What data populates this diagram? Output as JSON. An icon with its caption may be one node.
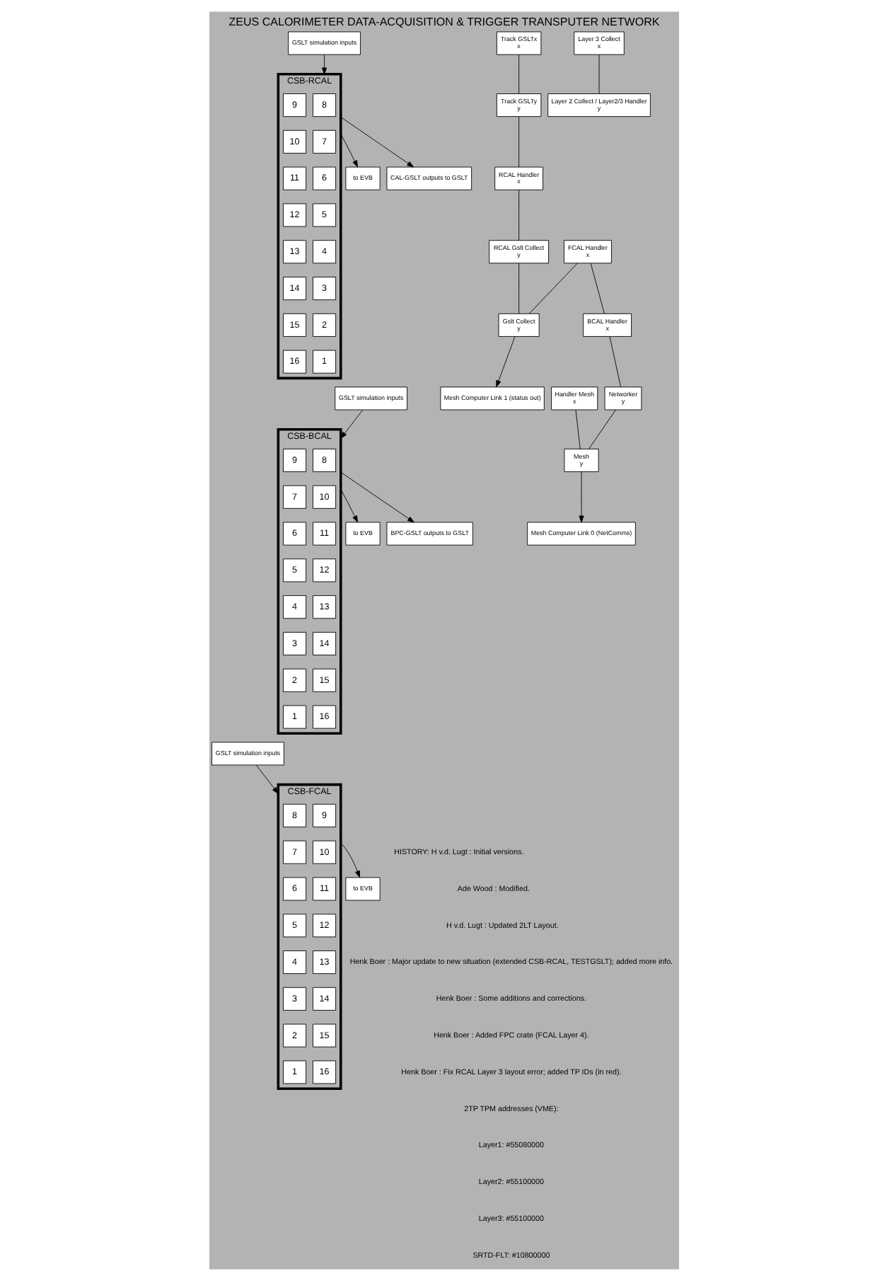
{
  "diagram": {
    "title": "ZEUS CALORIMETER DATA-ACQUISITION & TRIGGER TRANSPUTER NETWORK",
    "nodes": [
      {
        "text": [
          "CSB-RCAL"
        ]
      },
      {
        "text": [
          "8"
        ],
        "in": 0
      },
      {
        "text": [
          "7"
        ],
        "in": 0
      },
      {
        "text": [
          "6"
        ],
        "in": 0
      },
      {
        "text": [
          "5"
        ],
        "in": 0
      },
      {
        "text": [
          "4"
        ],
        "in": 0
      },
      {
        "text": [
          "3"
        ],
        "in": 0
      },
      {
        "text": [
          "2"
        ],
        "in": 0
      },
      {
        "text": [
          "1"
        ],
        "in": 0
      },
      {
        "text": [
          "9"
        ],
        "in": 0
      },
      {
        "text": [
          "10"
        ],
        "in": 0
      },
      {
        "text": [
          "11"
        ],
        "in": 0
      },
      {
        "text": [
          "12"
        ],
        "in": 0
      },
      {
        "text": [
          "13"
        ],
        "in": 0
      },
      {
        "text": [
          "14"
        ],
        "in": 0
      },
      {
        "text": [
          "15"
        ],
        "in": 0
      },
      {
        "text": [
          "16"
        ],
        "in": 0
      },
      {
        "text": [
          "CSB-BCAL"
        ]
      },
      {
        "text": [
          "8"
        ],
        "in": 17
      },
      {
        "text": [
          "7"
        ],
        "in": 17
      },
      {
        "text": [
          "6"
        ],
        "in": 17
      },
      {
        "text": [
          "5"
        ],
        "in": 17
      },
      {
        "text": [
          "4"
        ],
        "in": 17
      },
      {
        "text": [
          "3"
        ],
        "in": 17
      },
      {
        "text": [
          "2"
        ],
        "in": 17
      },
      {
        "text": [
          "1"
        ],
        "in": 17
      },
      {
        "text": [
          "9"
        ],
        "in": 17
      },
      {
        "text": [
          "10"
        ],
        "in": 17
      },
      {
        "text": [
          "11"
        ],
        "in": 17
      },
      {
        "text": [
          "12"
        ],
        "in": 17
      },
      {
        "text": [
          "13"
        ],
        "in": 17
      },
      {
        "text": [
          "14"
        ],
        "in": 17
      },
      {
        "text": [
          "15"
        ],
        "in": 17
      },
      {
        "text": [
          "16"
        ],
        "in": 17
      },
      {
        "text": [
          "CSB-FCAL"
        ]
      },
      {
        "text": [
          "8"
        ],
        "in": 34
      },
      {
        "text": [
          "7"
        ],
        "in": 34
      },
      {
        "text": [
          "6"
        ],
        "in": 34
      },
      {
        "text": [
          "5"
        ],
        "in": 34
      },
      {
        "text": [
          "4"
        ],
        "in": 34
      },
      {
        "text": [
          "3"
        ],
        "in": 34
      },
      {
        "text": [
          "2"
        ],
        "in": 34
      },
      {
        "text": [
          "1"
        ],
        "in": 34
      },
      {
        "text": [
          "9"
        ],
        "in": 34
      },
      {
        "text": [
          "10"
        ],
        "in": 34
      },
      {
        "text": [
          "11"
        ],
        "in": 34
      },
      {
        "text": [
          "12"
        ],
        "in": 34
      },
      {
        "text": [
          "13"
        ],
        "in": 34
      },
      {
        "text": [
          "14"
        ],
        "in": 34
      },
      {
        "text": [
          "15"
        ],
        "in": 34
      },
      {
        "text": [
          "16"
        ],
        "in": 34
      },
      {
        "text": [
          "Track GSLTx",
          "x"
        ]
      },
      {
        "text": [
          "Track GSLTy",
          "y"
        ]
      },
      {
        "text": [
          "RCAL Handler",
          "x"
        ]
      },
      {
        "text": [
          "RCAL Gslt Collect",
          "y"
        ]
      },
      {
        "text": [
          "FCAL Handler",
          "x"
        ]
      },
      {
        "text": [
          "Gslt Collect",
          "y"
        ]
      },
      {
        "text": [
          "BCAL Handler",
          "x"
        ]
      },
      {
        "text": [
          "Networker",
          "y"
        ]
      },
      {
        "text": [
          "Handler Mesh",
          "x"
        ]
      },
      {
        "text": [
          "Mesh",
          "y"
        ]
      },
      {
        "text": [
          "Mesh Computer Link 1 (status out)"
        ]
      },
      {
        "text": [
          "Mesh Computer Link 0 (NetComms)"
        ]
      },
      {
        "text": [
          "Layer 3 Collect",
          "x"
        ]
      },
      {
        "text": [
          "Layer 2 Collect / Layer2/3 Handler",
          "y"
        ]
      },
      {
        "text": [
          "CAL-GSLT outputs to GSLT"
        ]
      },
      {
        "text": [
          "BPC-GSLT outputs to GSLT"
        ]
      },
      {
        "text": [
          "GSLT simulation inputs"
        ]
      },
      {
        "text": [
          "GSLT simulation inputs"
        ]
      },
      {
        "text": [
          "GSLT simulation inputs"
        ]
      },
      {
        "text": [
          "to EVB"
        ]
      },
      {
        "text": [
          "to EVB"
        ]
      },
      {
        "text": [
          "to EVB"
        ]
      }
    ],
    "edges": [
      {
        "from": 51,
        "to": 52,
        "arrow": "none"
      },
      {
        "from": 52,
        "to": 53,
        "arrow": "none"
      },
      {
        "from": 53,
        "to": 54,
        "arrow": "none"
      },
      {
        "from": 54,
        "to": 56,
        "arrow": "none"
      },
      {
        "from": 55,
        "to": 56,
        "arrow": "none"
      },
      {
        "from": 55,
        "to": 57,
        "arrow": "none"
      },
      {
        "from": 57,
        "to": 58,
        "arrow": "none"
      },
      {
        "from": 58,
        "to": 60,
        "arrow": "none"
      },
      {
        "from": 59,
        "to": 60,
        "arrow": "none"
      },
      {
        "from": 56,
        "to": 61,
        "arrow": "to"
      },
      {
        "from": 60,
        "to": 62,
        "arrow": "to"
      },
      {
        "from": 63,
        "to": 64,
        "arrow": "none"
      },
      {
        "from": 67,
        "to": 0,
        "arrow": "to"
      },
      {
        "from": 68,
        "to": 17,
        "arrow": "to"
      },
      {
        "from": 69,
        "to": 34,
        "arrow": "to"
      },
      {
        "from": 0,
        "to": 70,
        "arrow": "to"
      },
      {
        "from": 17,
        "to": 71,
        "arrow": "to"
      },
      {
        "from": 34,
        "to": 72,
        "arrow": "to"
      },
      {
        "from": 0,
        "to": 65,
        "arrow": "to"
      },
      {
        "from": 17,
        "to": 66,
        "arrow": "to"
      }
    ],
    "labels": [
      "HISTORY: H v.d. Lugt : Initial versions.",
      "Ade Wood : Modified.",
      "H v.d. Lugt : Updated 2LT Layout.",
      "Henk Boer : Major update to new situation (extended CSB-RCAL, TESTGSLT); added more info.",
      "Henk Boer : Some additions and corrections.",
      "Henk Boer : Added FPC crate (FCAL Layer 4).",
      "Henk Boer : Fix RCAL Layer 3 layout error; added TP IDs (in red).",
      "2TP TPM addresses (VME):",
      "Layer1: #55080000",
      "Layer2: #55100000",
      "Layer3: #55100000",
      "SRTD-FLT: #10800000"
    ]
  }
}
